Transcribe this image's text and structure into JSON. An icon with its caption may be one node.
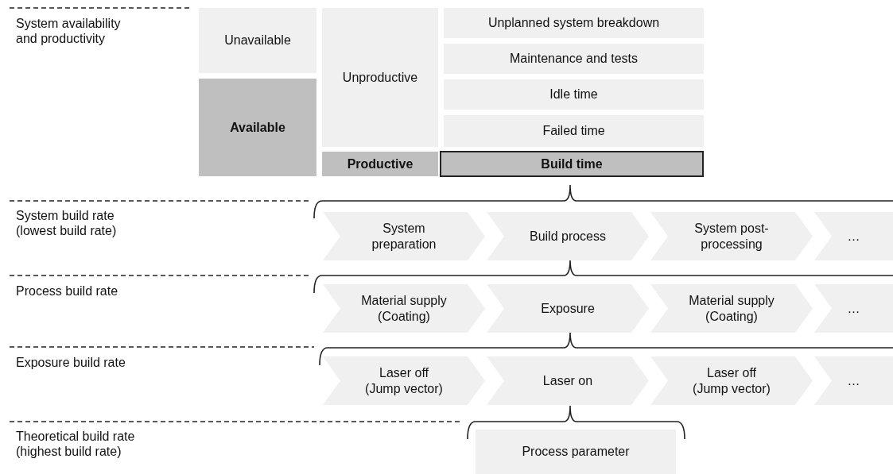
{
  "diagram": {
    "nodes": [
      {
        "text": [
          "Unavailable"
        ]
      },
      {
        "text": [
          "Available"
        ]
      },
      {
        "text": [
          "Unproductive"
        ]
      },
      {
        "text": [
          "Productive"
        ]
      },
      {
        "text": [
          "Unplanned system breakdown"
        ]
      },
      {
        "text": [
          "Maintenance and tests"
        ]
      },
      {
        "text": [
          "Idle time"
        ]
      },
      {
        "text": [
          "Failed time"
        ]
      },
      {
        "text": [
          "Build time"
        ]
      },
      {
        "text": [
          "System preparation"
        ]
      },
      {
        "text": [
          "Build process"
        ]
      },
      {
        "text": [
          "System post-processing"
        ]
      },
      {
        "text": [
          "…"
        ]
      },
      {
        "text": [
          "Material supply (Coating)"
        ]
      },
      {
        "text": [
          "Exposure"
        ]
      },
      {
        "text": [
          "Material supply (Coating)"
        ]
      },
      {
        "text": [
          "…"
        ]
      },
      {
        "text": [
          "Laser off (Jump vector)"
        ]
      },
      {
        "text": [
          "Laser on"
        ]
      },
      {
        "text": [
          "Laser off (Jump vector)"
        ]
      },
      {
        "text": [
          "…"
        ]
      },
      {
        "text": [
          "Process parameter"
        ]
      }
    ],
    "labels": [
      "System availability and productivity",
      "System build rate (lowest build rate)",
      "Process build rate",
      "Exposure build rate",
      "Theoretical build rate (highest build rate)"
    ]
  }
}
